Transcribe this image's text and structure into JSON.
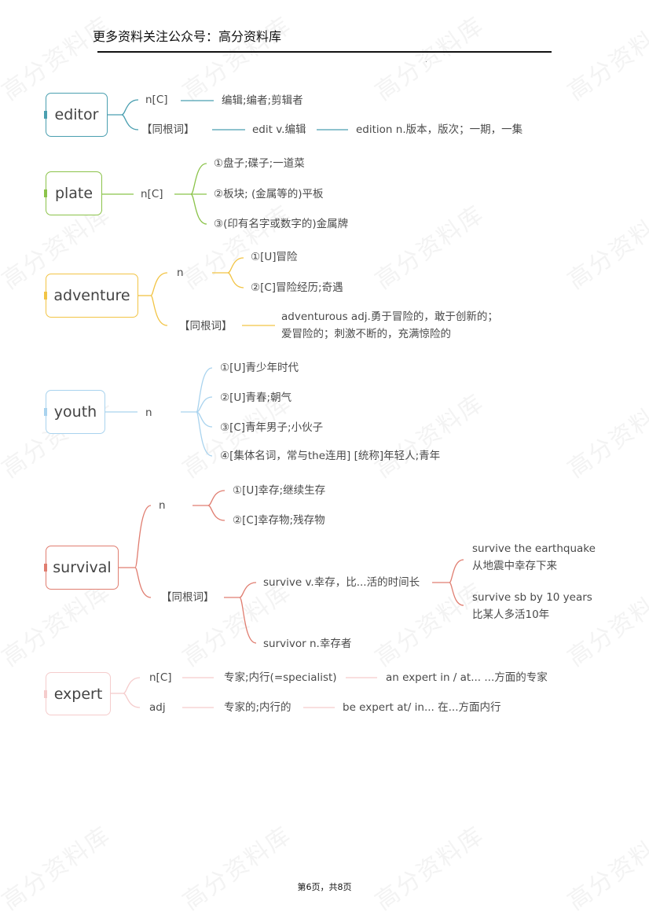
{
  "header": {
    "title": "更多资料关注公众号：高分资料库",
    "watermark": "高分资料库"
  },
  "colors": {
    "editor": "#4a9fb0",
    "plate": "#8bc34a",
    "adventure": "#f2c445",
    "youth": "#a9d3ee",
    "survival": "#e07d70",
    "expert": "#f5cccc"
  },
  "mindmaps": [
    {
      "word": "editor",
      "branches": [
        {
          "label": "n[C]",
          "children": [
            "编辑;编者;剪辑者"
          ]
        },
        {
          "label": "【同根词】",
          "children": [
            "edit v.编辑",
            "edition n.版本，版次；一期，一集"
          ]
        }
      ]
    },
    {
      "word": "plate",
      "branches": [
        {
          "label": "n[C]",
          "children": [
            "①盘子;碟子;一道菜",
            "②板块; (金属等的)平板",
            "③(印有名字或数字的)金属牌"
          ]
        }
      ]
    },
    {
      "word": "adventure",
      "branches": [
        {
          "label": "n",
          "children": [
            "①[U]冒险",
            "②[C]冒险经历;奇遇"
          ]
        },
        {
          "label": "【同根词】",
          "children": [
            "adventurous adj.勇于冒险的，敢于创新的；",
            "爱冒险的；刺激不断的，充满惊险的"
          ]
        }
      ]
    },
    {
      "word": "youth",
      "branches": [
        {
          "label": "n",
          "children": [
            "①[U]青少年时代",
            "②[U]青春;朝气",
            "③[C]青年男子;小伙子",
            "④[集体名词，常与the连用] [统称]年轻人;青年"
          ]
        }
      ]
    },
    {
      "word": "survival",
      "branches": [
        {
          "label": "n",
          "children": [
            "①[U]幸存;继续生存",
            "②[C]幸存物;残存物"
          ]
        },
        {
          "label": "【同根词】",
          "children": [
            {
              "label": "survive v.幸存，比...活的时间长",
              "examples": [
                {
                  "en": "survive the earthquake",
                  "zh": "从地震中幸存下来"
                },
                {
                  "en": "survive sb by 10 years",
                  "zh": "比某人多活10年"
                }
              ]
            },
            {
              "label": "survivor n.幸存者"
            }
          ]
        }
      ]
    },
    {
      "word": "expert",
      "branches": [
        {
          "label": "n[C]",
          "children": [
            "专家;内行(=specialist)",
            "an expert in / at... ...方面的专家"
          ]
        },
        {
          "label": "adj",
          "children": [
            "专家的;内行的",
            "be expert at/ in... 在...方面内行"
          ]
        }
      ]
    }
  ],
  "footer": {
    "page_text": "第6页，共8页"
  }
}
